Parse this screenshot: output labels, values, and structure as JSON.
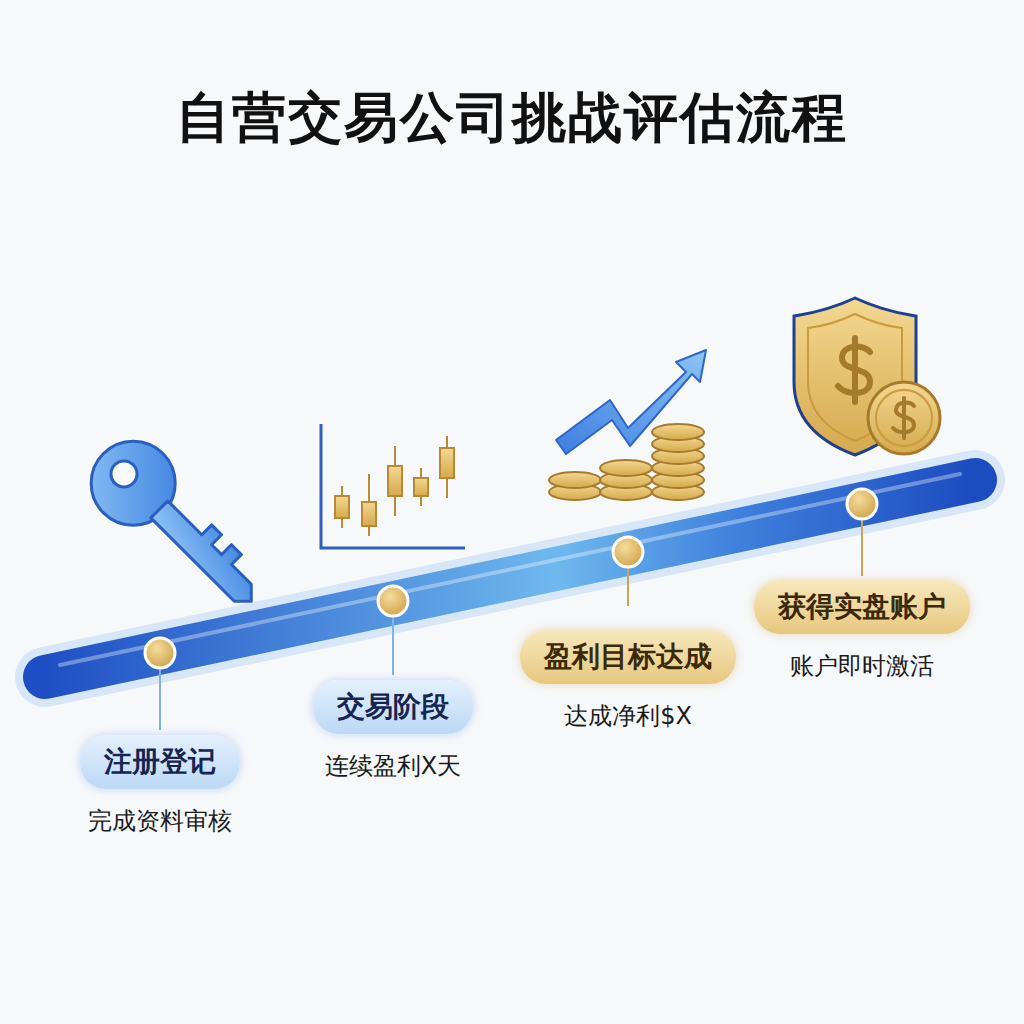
{
  "diagram": {
    "title": "自营交易公司挑战评估流程",
    "nodes": [
      {
        "text": [
          "注册登记",
          "完成资料审核"
        ]
      },
      {
        "text": [
          "交易阶段",
          "连续盈利X天"
        ]
      },
      {
        "text": [
          "盈利目标达成",
          "达成净利$X"
        ]
      },
      {
        "text": [
          "获得实盘账户",
          "账户即时激活"
        ]
      }
    ]
  }
}
